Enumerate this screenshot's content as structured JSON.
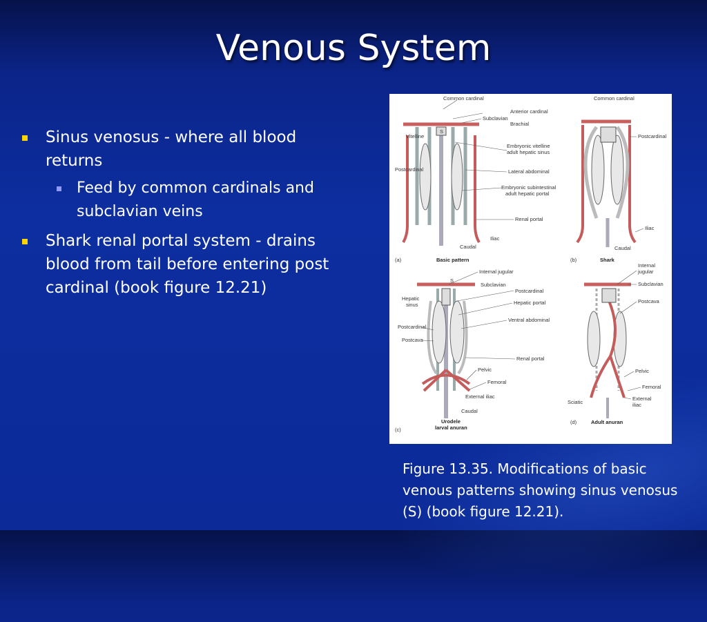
{
  "slide": {
    "title": "Venous System",
    "bullets": [
      {
        "text": "Sinus venosus - where all blood returns",
        "sub": [
          "Feed by common cardinals and subclavian veins"
        ]
      },
      {
        "text": "Shark renal portal system - drains blood from tail before entering post cardinal (book figure 12.21)",
        "sub": []
      }
    ],
    "caption": "Figure 13.35. Modifications of basic venous patterns showing sinus venosus (S) (book figure 12.21)."
  },
  "figure": {
    "panel_a": {
      "letter": "(a)",
      "title": "Basic pattern",
      "labels": [
        "Common cardinal",
        "Anterior cardinal",
        "Subclavian",
        "Brachial",
        "Vitelline",
        "Embryonic vitelline",
        "adult hepatic sinus",
        "Postcardinal",
        "Lateral abdominal",
        "Embryonic subintestinal",
        "adult hepatic portal",
        "Renal portal",
        "Iliac",
        "Caudal",
        "S"
      ]
    },
    "panel_b": {
      "letter": "(b)",
      "title": "Shark",
      "labels": [
        "Common cardinal",
        "Postcardinal",
        "Iliac",
        "Caudal"
      ]
    },
    "panel_c": {
      "letter": "(c)",
      "title_line1": "Urodele",
      "title_line2": "larval anuran",
      "labels": [
        "Internal jugular",
        "Subclavian",
        "Postcardinal",
        "Hepatic",
        "sinus",
        "Hepatic portal",
        "Ventral abdominal",
        "Postcardinal",
        "Postcava",
        "Renal portal",
        "Pelvic",
        "Femoral",
        "External iliac",
        "Caudal",
        "S"
      ]
    },
    "panel_d": {
      "letter": "(d)",
      "title": "Adult anuran",
      "labels": [
        "Internal",
        "jugular",
        "Subclavian",
        "Postcava",
        "Pelvic",
        "Femoral",
        "External",
        "iliac",
        "Sciatic"
      ]
    }
  }
}
